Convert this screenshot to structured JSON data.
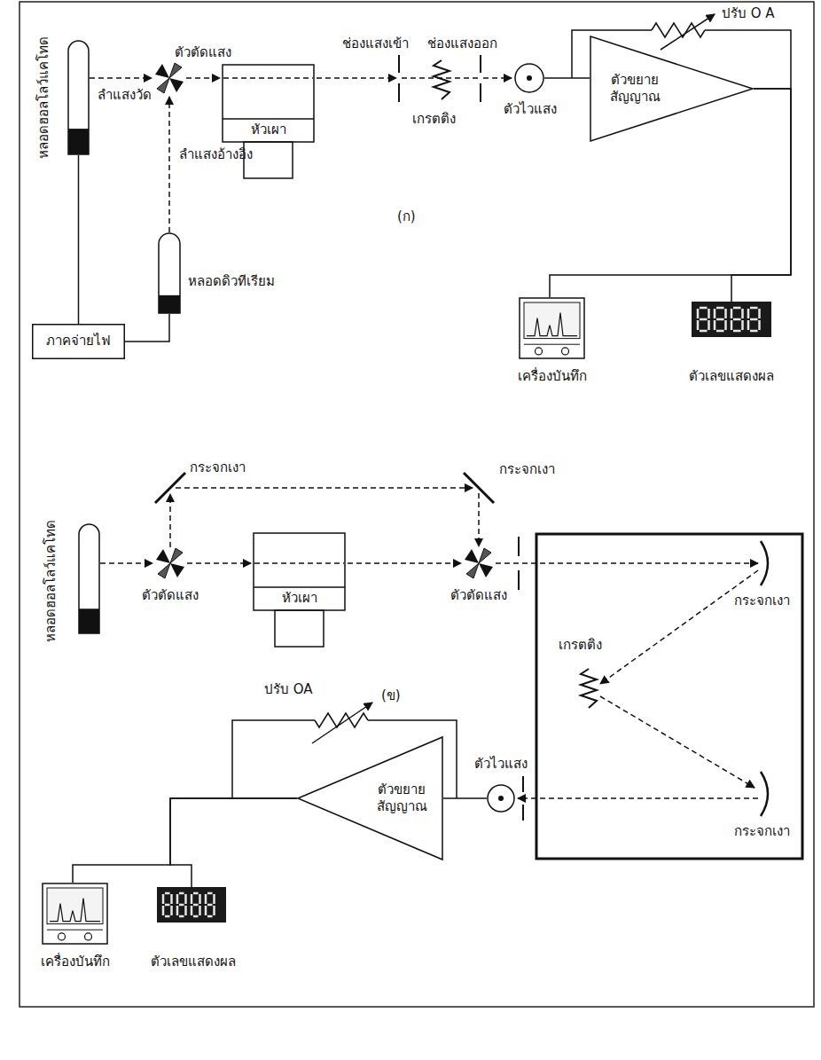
{
  "diagram": {
    "nodes": [
      {
        "text": [
          "หลอดฮอลโลว์แคโทด"
        ]
      },
      {
        "text": [
          "หัวเผา"
        ]
      },
      {
        "text": [
          "ตัวไวแสง"
        ]
      },
      {
        "text": [
          "ตัวขยาย สัญญาณ"
        ]
      },
      {
        "text": [
          "เครื่องบันทึก"
        ]
      },
      {
        "text": [
          "ตัวเลขแสดงผล"
        ]
      },
      {
        "text": [
          "หลอดดิวทีเรียม"
        ]
      },
      {
        "text": [
          "ภาคจ่ายไฟ"
        ]
      },
      {
        "text": [
          "หลอดฮอลโลว์แคโทด"
        ]
      },
      {
        "text": [
          "หัวเผา"
        ]
      },
      {
        "text": [
          "ตัวไวแสง"
        ]
      },
      {
        "text": [
          "ตัวขยาย สัญญาณ"
        ]
      },
      {
        "text": [
          "เครื่องบันทึก"
        ]
      },
      {
        "text": [
          "ตัวเลขแสดงผล"
        ]
      }
    ],
    "edges": [
      {
        "from": 7,
        "to": 0,
        "arrow": "none"
      },
      {
        "from": 7,
        "to": 6,
        "arrow": "none"
      },
      {
        "from": 2,
        "to": 3,
        "arrow": "none"
      },
      {
        "from": 3,
        "to": 4,
        "arrow": "none"
      },
      {
        "from": 3,
        "to": 5,
        "arrow": "none"
      },
      {
        "from": 10,
        "to": 11,
        "arrow": "none"
      },
      {
        "from": 11,
        "to": 12,
        "arrow": "none"
      },
      {
        "from": 11,
        "to": 13,
        "arrow": "none"
      }
    ],
    "labels": [
      "ปรับ O A",
      "ลำแสงวัด",
      "ตัวตัดแสง",
      "ช่องแสงเข้า",
      "ช่องแสงออก",
      "เกรตติง",
      "(ก)",
      "ลำแสงอ้างอิง",
      "กระจกเงา",
      "กระจกเงา",
      "ตัวตัดแสง",
      "ตัวตัดแสง",
      "กระจกเงา",
      "เกรตติง",
      "(ข)",
      "กระจกเงา",
      "ปรับ OA"
    ]
  }
}
